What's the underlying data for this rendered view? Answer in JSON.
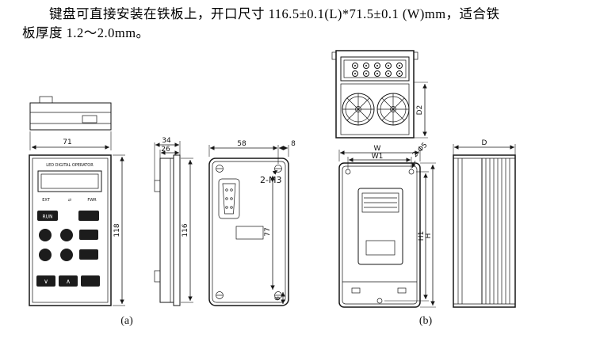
{
  "intro": {
    "line1": "键盘可直接安装在铁板上，开口尺寸 116.5±0.1(L)*71.5±0.1 (W)mm，适合铁",
    "line2": "板厚度 1.2～2.0mm。"
  },
  "figure_a": {
    "caption": "(a)",
    "keypad_top": {
      "width": "71"
    },
    "keypad_front": {
      "title": "LED DIGITAL OPERATOR",
      "height": "118",
      "indicators": {
        "left": "EXT",
        "middle": "⇄",
        "right": "FWR"
      },
      "buttons": {
        "run": "RUN",
        "down": "∨",
        "up": "∧"
      }
    },
    "keypad_side": {
      "depth_total": "34",
      "depth_body": "26",
      "height_body": "116"
    },
    "keypad_back": {
      "hole_span_h": "58",
      "edge_offset": "8",
      "hole_span_v": "77",
      "bottom_offset": "6",
      "hole_label": "2-M3"
    }
  },
  "figure_b": {
    "caption": "(b)",
    "drive_top": {
      "depth_dim": "D2"
    },
    "drive_front": {
      "width": "W",
      "mount_width": "W1",
      "height": "H",
      "mount_height": "H1",
      "hole_label": "2-Φ5"
    },
    "drive_side": {
      "depth": "D"
    }
  }
}
